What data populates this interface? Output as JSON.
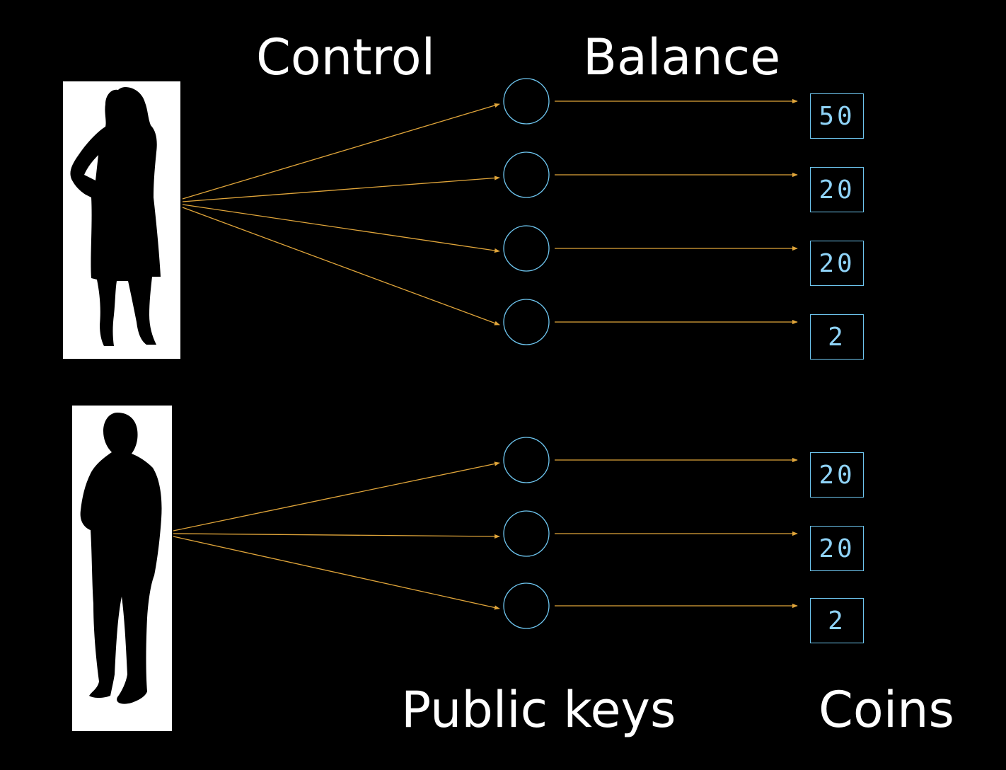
{
  "labels": {
    "control": "Control",
    "balance": "Balance",
    "public_keys": "Public keys",
    "coins": "Coins"
  },
  "colors": {
    "background": "#000000",
    "arrow": "#e0a53a",
    "key_circle": "#6ec6f0",
    "coin_text": "#8fd3f7"
  },
  "owners": [
    {
      "name": "woman-silhouette-icon",
      "coin_values": [
        "50",
        "20",
        "20",
        "2"
      ]
    },
    {
      "name": "man-silhouette-icon",
      "coin_values": [
        "20",
        "20",
        "2"
      ]
    }
  ]
}
